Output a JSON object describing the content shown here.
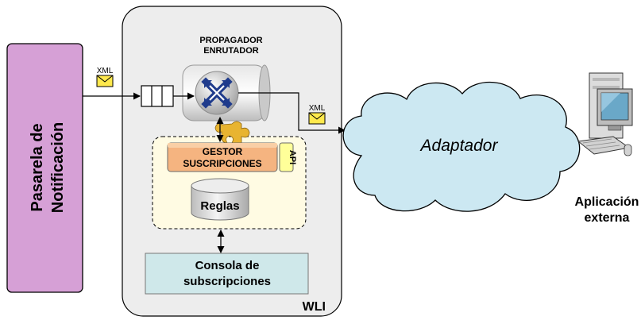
{
  "diagram": {
    "gateway": {
      "line1": "Pasarela de",
      "line2": "Notificación"
    },
    "xml_label_left": "XML",
    "xml_label_right": "XML",
    "router": {
      "line1": "PROPAGADOR",
      "line2": "ENRUTADOR"
    },
    "manager": {
      "line1": "GESTOR",
      "line2": "SUSCRIPCIONES",
      "api_tag": "API"
    },
    "rules_db": {
      "label": "Reglas"
    },
    "console": {
      "line1": "Consola de",
      "line2": "subscripciones"
    },
    "container": {
      "label": "WLI"
    },
    "adapter": {
      "label": "Adaptador"
    },
    "external_app": {
      "line1": "Aplicación",
      "line2": "externa"
    }
  },
  "colors": {
    "gateway_fill": "#d6a0d6",
    "container_fill": "#ededed",
    "manager_fill": "#f5b480",
    "console_fill": "#cfe8ea",
    "cloud_fill": "#cce8f2",
    "api_fill": "#ffff99",
    "dashed_zone_fill": "#fffbe3",
    "envelope_fill": "#ffe94d",
    "router_icon": "#1f3b8c"
  },
  "icons": [
    "envelope-icon",
    "queue-icon",
    "router-icon",
    "database-icon",
    "cloud-icon",
    "computer-icon",
    "puzzle-icon"
  ]
}
